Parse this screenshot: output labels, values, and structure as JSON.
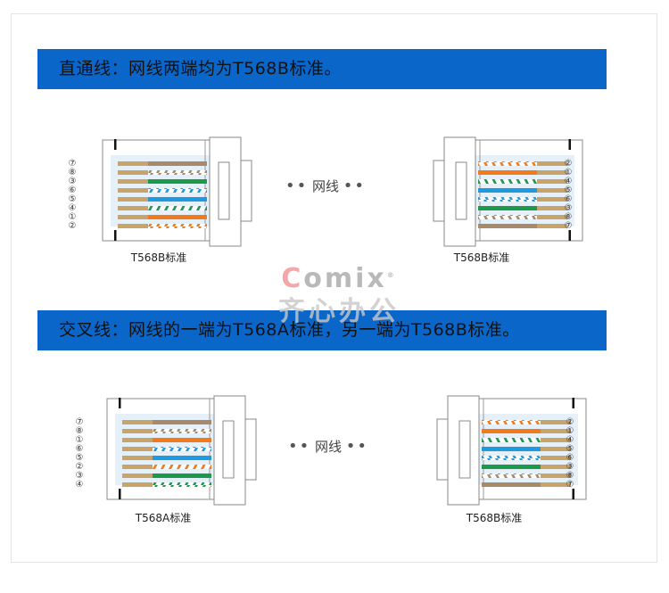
{
  "banners": [
    {
      "text": "直通线：网线两端均为T568B标准。"
    },
    {
      "text": "交叉线：网线的一端为T568A标准，另一端为T568B标准。"
    }
  ],
  "watermark": {
    "logo_c": "C",
    "logo_rest": "omix",
    "reg": "®",
    "chinese": "齐心办公"
  },
  "middle_label": "网线",
  "middle_dots": "••",
  "colors": {
    "banner": "#0b66c9",
    "orange": "#f07a1c",
    "green": "#1a9a4a",
    "blue": "#1e9be0",
    "brown": "#a88a6a",
    "gold": "#c8a46a",
    "contact_bg": "#e6f0f8"
  },
  "connectors": [
    {
      "id": "top-left",
      "caption": "T568B标准",
      "side": "left",
      "pins": [
        "7",
        "8",
        "3",
        "6",
        "5",
        "4",
        "1",
        "2"
      ],
      "wires": [
        "brown",
        "brown-white",
        "green",
        "blue-white",
        "blue",
        "green-white",
        "orange",
        "orange-white"
      ]
    },
    {
      "id": "top-right",
      "caption": "T568B标准",
      "side": "right",
      "pins": [
        "2",
        "1",
        "4",
        "5",
        "6",
        "3",
        "8",
        "7"
      ],
      "wires": [
        "orange-white",
        "orange",
        "green-white",
        "blue",
        "blue-white",
        "green",
        "brown-white",
        "brown"
      ]
    },
    {
      "id": "bottom-left",
      "caption": "T568A标准",
      "side": "left",
      "pins": [
        "7",
        "8",
        "1",
        "6",
        "5",
        "2",
        "3",
        "4"
      ],
      "wires": [
        "brown",
        "brown-white",
        "orange",
        "blue-white",
        "blue",
        "orange-white",
        "green",
        "green-white"
      ]
    },
    {
      "id": "bottom-right",
      "caption": "T568B标准",
      "side": "right",
      "pins": [
        "2",
        "1",
        "4",
        "5",
        "6",
        "3",
        "8",
        "7"
      ],
      "wires": [
        "orange-white",
        "orange",
        "green-white",
        "blue",
        "blue-white",
        "green",
        "brown-white",
        "brown"
      ]
    }
  ]
}
